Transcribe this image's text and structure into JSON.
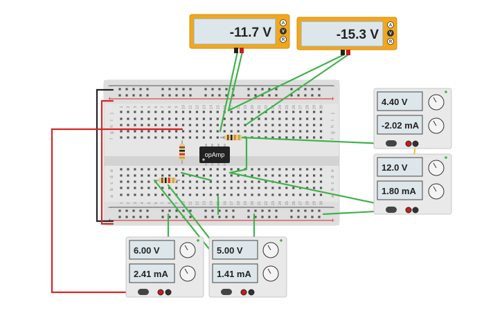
{
  "multimeters": [
    {
      "name": "multimeter-left",
      "reading": "-11.7 V",
      "modes": [
        "A",
        "V",
        "R"
      ]
    },
    {
      "name": "multimeter-right",
      "reading": "-15.3 V",
      "modes": [
        "A",
        "V",
        "R"
      ]
    }
  ],
  "power_supplies": [
    {
      "name": "supply-right-top",
      "voltage": "4.40 V",
      "current": "-2.02 mA"
    },
    {
      "name": "supply-right-bottom",
      "voltage": "12.0 V",
      "current": "1.80 mA"
    },
    {
      "name": "supply-bottom-left",
      "voltage": "6.00 V",
      "current": "2.41 mA"
    },
    {
      "name": "supply-bottom-middle",
      "voltage": "5.00 V",
      "current": "1.41 mA"
    }
  ],
  "chip": {
    "label": "opAmp"
  },
  "breadboard": {
    "columns": 30,
    "top_rows": [
      "j",
      "i",
      "h",
      "g",
      "f"
    ],
    "bottom_rows": [
      "e",
      "d",
      "c",
      "b",
      "a"
    ],
    "rail_plus": "+",
    "rail_minus": "−"
  },
  "colors": {
    "wire_green": "#3fb24a",
    "wire_red": "#d62424",
    "wire_black": "#222222",
    "wire_yellow": "#e6c820",
    "meter_frame": "#f2a71b",
    "meter_screen": "#dde6ea"
  }
}
